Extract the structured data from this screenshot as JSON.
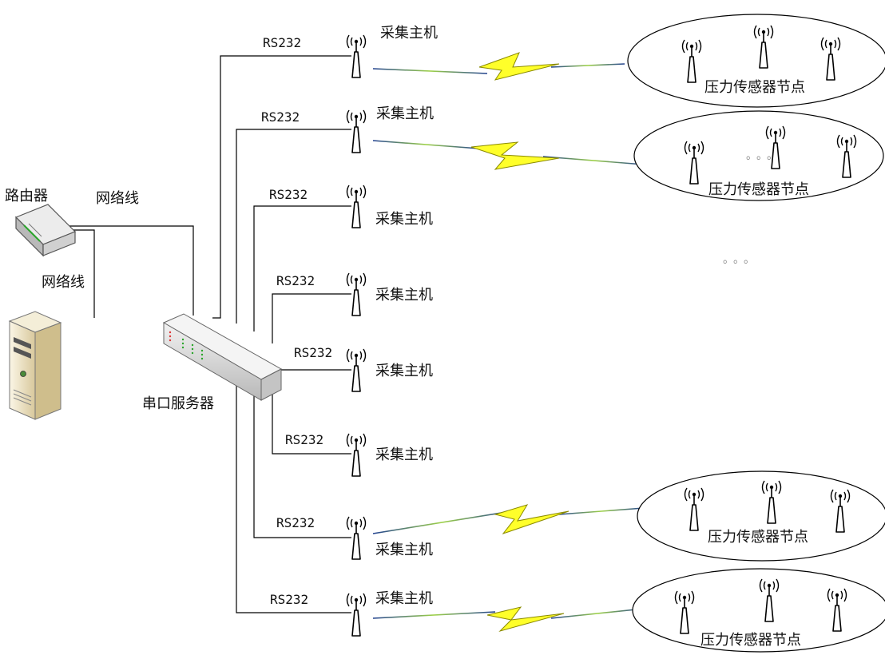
{
  "labels": {
    "router": "路由器",
    "network_cable_top": "网络线",
    "network_cable_left": "网络线",
    "serial_server": "串口服务器",
    "serial_link": "RS232",
    "collector": "采集主机",
    "sensor_group": "压力传感器节点",
    "ellipsis": "。。。"
  },
  "collectors": [
    {
      "link": "RS232",
      "name": "采集主机",
      "wireless": true
    },
    {
      "link": "RS232",
      "name": "采集主机",
      "wireless": true
    },
    {
      "link": "RS232",
      "name": "采集主机",
      "wireless": false
    },
    {
      "link": "RS232",
      "name": "采集主机",
      "wireless": false
    },
    {
      "link": "RS232",
      "name": "采集主机",
      "wireless": false
    },
    {
      "link": "RS232",
      "name": "采集主机",
      "wireless": false
    },
    {
      "link": "RS232",
      "name": "采集主机",
      "wireless": true
    },
    {
      "link": "RS232",
      "name": "采集主机",
      "wireless": true
    }
  ],
  "sensor_groups": [
    {
      "name": "压力传感器节点"
    },
    {
      "name": "压力传感器节点",
      "ellipsis": "。。。"
    },
    {
      "name": "压力传感器节点"
    },
    {
      "name": "压力传感器节点"
    }
  ],
  "colors": {
    "line": "#000000",
    "lightning_fill": "#ffff2a",
    "lightning_stroke": "#8a8a00",
    "beam": "#1f3f8f",
    "device_body": "#dcdcdc",
    "pc_body": "#e8dcb8"
  }
}
